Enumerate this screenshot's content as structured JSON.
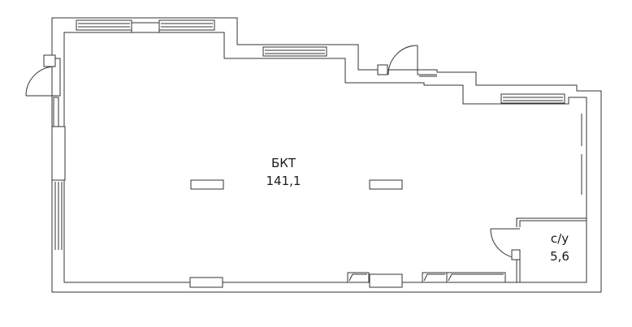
{
  "rooms": [
    {
      "name": "БКТ",
      "area": "141,1"
    },
    {
      "name": "с/у",
      "area": "5,6"
    }
  ],
  "style": {
    "line_color": "#333333",
    "background": "#ffffff"
  }
}
